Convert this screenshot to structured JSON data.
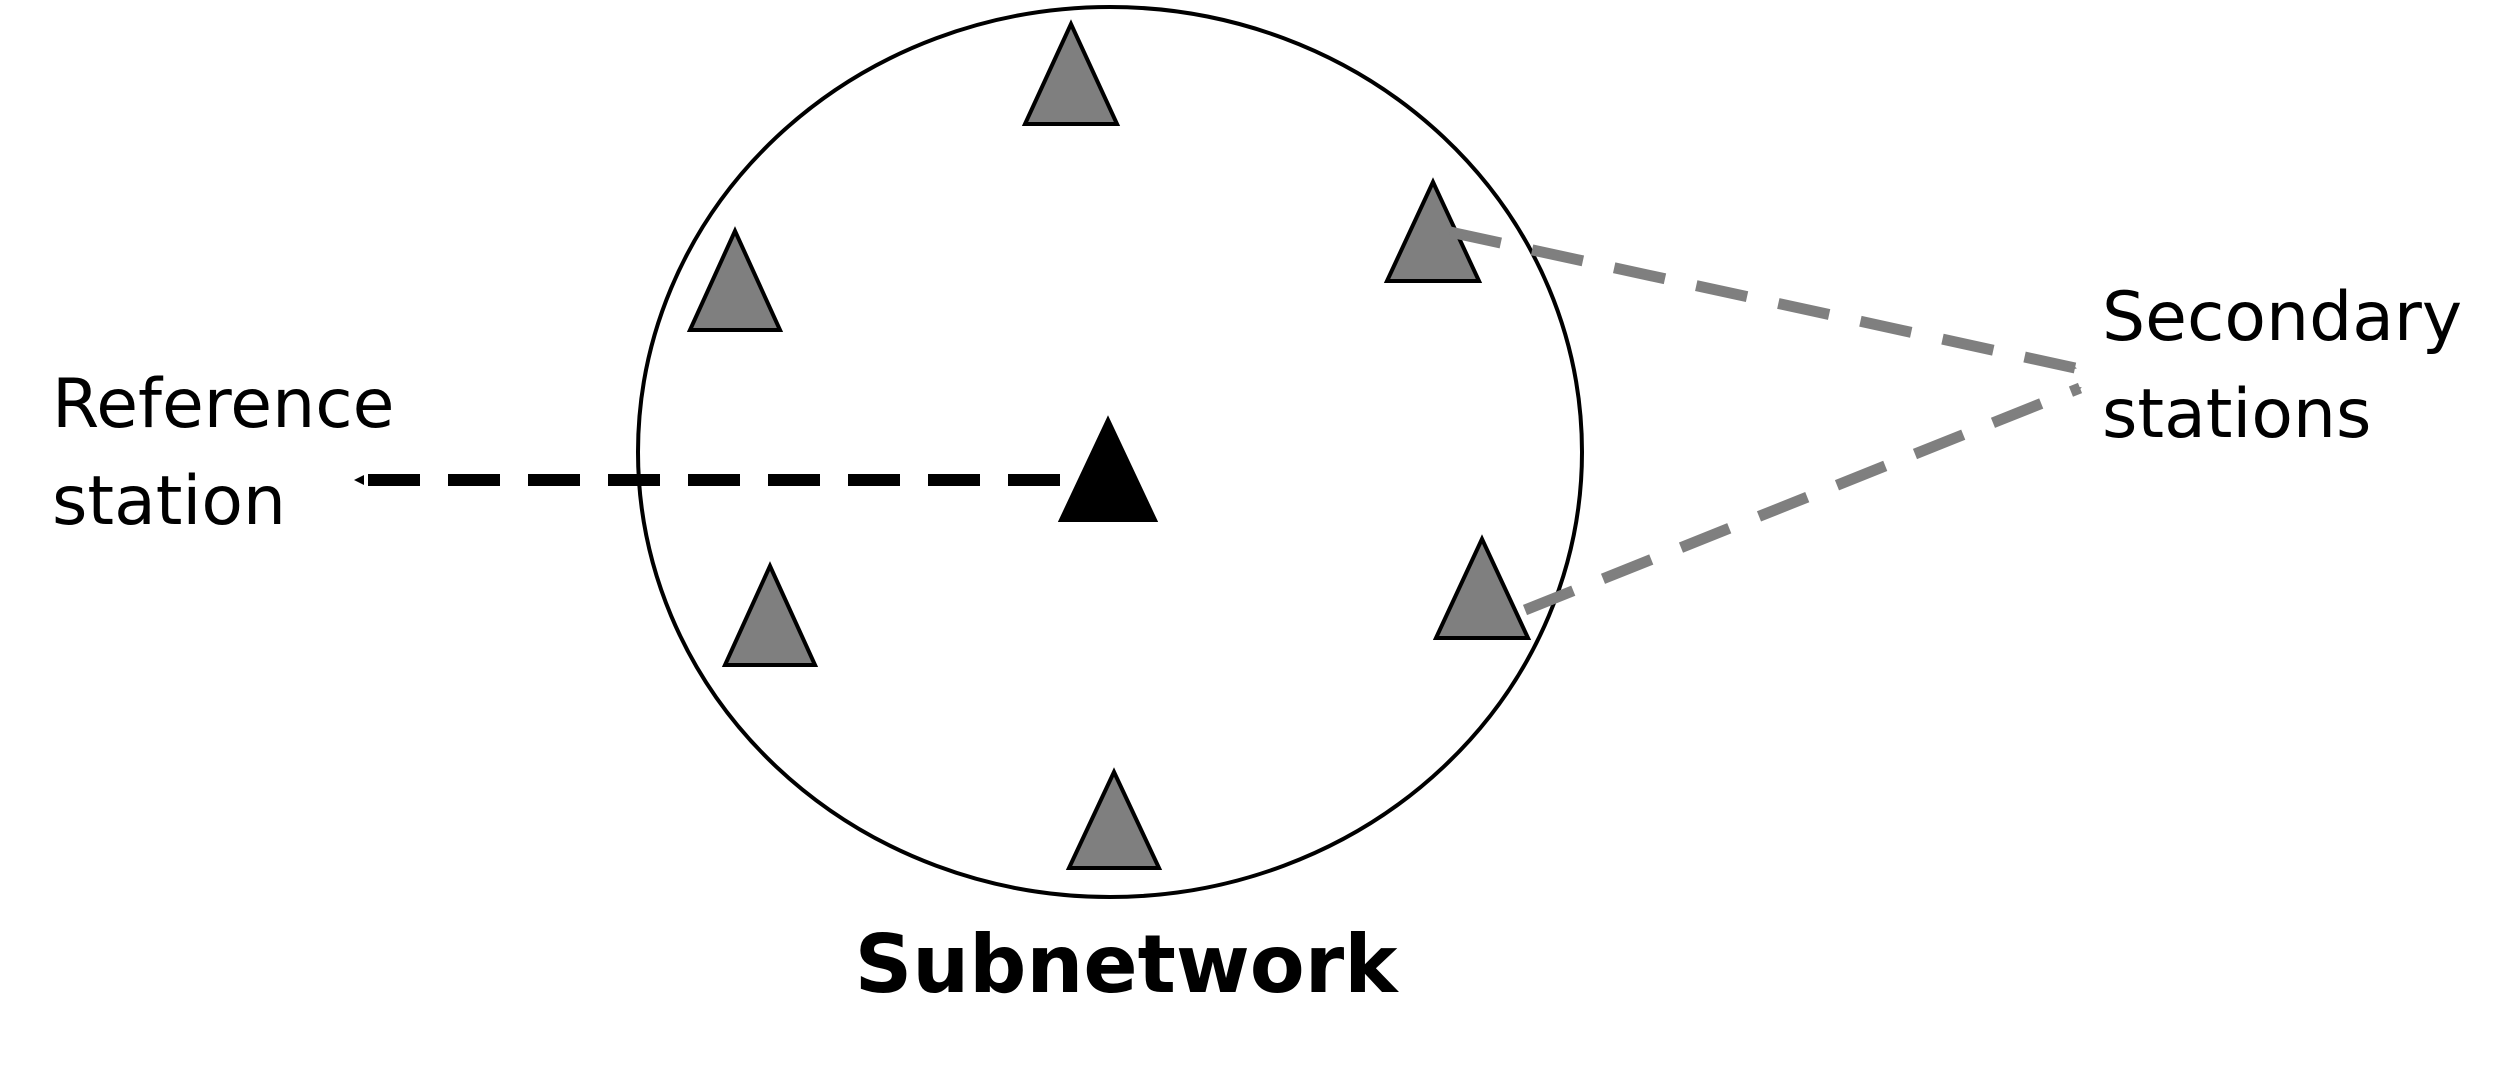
{
  "labels": {
    "reference_line1": "Reference",
    "reference_line2": "station",
    "secondary_line1": "Secondary",
    "secondary_line2": "stations",
    "subnetwork": "Subnetwork"
  },
  "colors": {
    "reference_station": "#000000",
    "secondary_station": "#7f7f7f",
    "reference_arrow": "#000000",
    "secondary_arrow": "#7f7f7f",
    "outline": "#000000"
  }
}
